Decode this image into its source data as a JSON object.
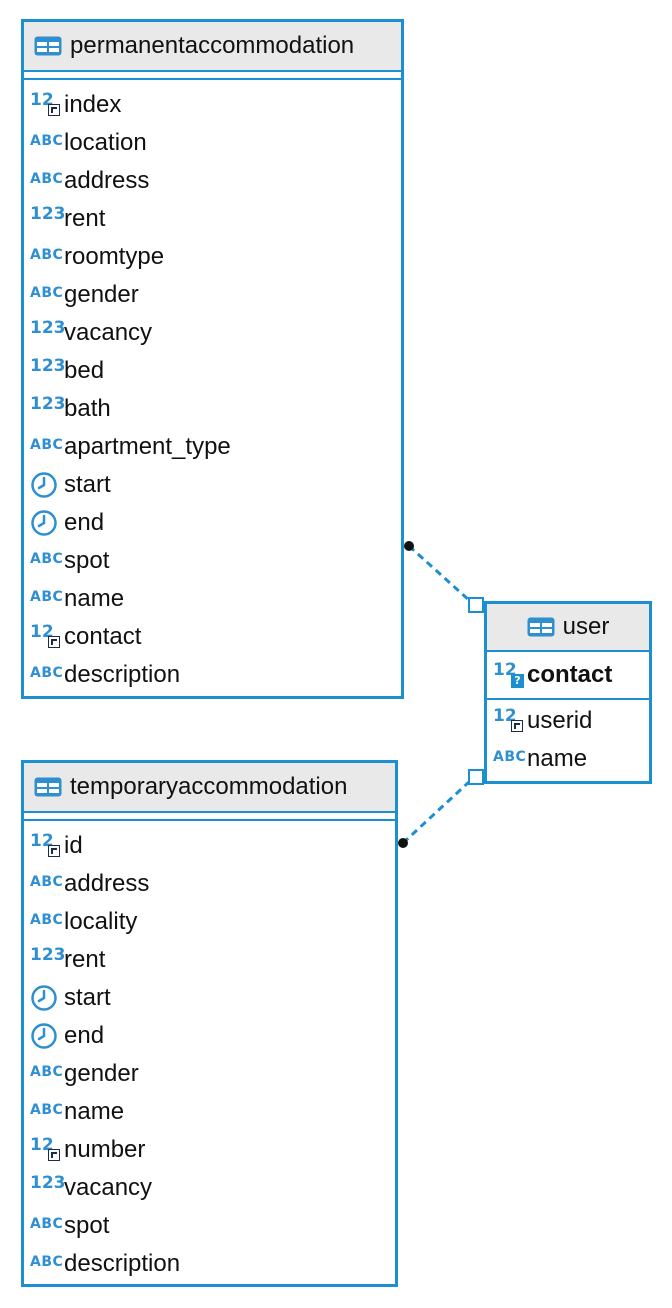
{
  "entities": {
    "permanent": {
      "title": "permanentaccommodation",
      "columns": [
        {
          "name": "index",
          "type": "num-fk"
        },
        {
          "name": "location",
          "type": "text"
        },
        {
          "name": "address",
          "type": "text"
        },
        {
          "name": "rent",
          "type": "num"
        },
        {
          "name": "roomtype",
          "type": "text"
        },
        {
          "name": "gender",
          "type": "text"
        },
        {
          "name": "vacancy",
          "type": "num"
        },
        {
          "name": "bed",
          "type": "num"
        },
        {
          "name": "bath",
          "type": "num"
        },
        {
          "name": "apartment_type",
          "type": "text"
        },
        {
          "name": "start",
          "type": "time"
        },
        {
          "name": "end",
          "type": "time"
        },
        {
          "name": "spot",
          "type": "text"
        },
        {
          "name": "name",
          "type": "text"
        },
        {
          "name": "contact",
          "type": "num-fk"
        },
        {
          "name": "description",
          "type": "text"
        }
      ]
    },
    "user": {
      "title": "user",
      "primary_key": {
        "name": "contact",
        "type": "num-pk"
      },
      "columns": [
        {
          "name": "userid",
          "type": "num-fk"
        },
        {
          "name": "name",
          "type": "text"
        }
      ]
    },
    "temporary": {
      "title": "temporaryaccommodation",
      "columns": [
        {
          "name": "id",
          "type": "num-fk"
        },
        {
          "name": "address",
          "type": "text"
        },
        {
          "name": "locality",
          "type": "text"
        },
        {
          "name": "rent",
          "type": "num"
        },
        {
          "name": "start",
          "type": "time"
        },
        {
          "name": "end",
          "type": "time"
        },
        {
          "name": "gender",
          "type": "text"
        },
        {
          "name": "name",
          "type": "text"
        },
        {
          "name": "number",
          "type": "num-fk"
        },
        {
          "name": "vacancy",
          "type": "num"
        },
        {
          "name": "spot",
          "type": "text"
        },
        {
          "name": "description",
          "type": "text"
        }
      ]
    }
  },
  "type_labels": {
    "text": "ABC",
    "num": "123",
    "num_fk": "12",
    "pk_mark": "?"
  },
  "colors": {
    "border": "#1b8fcf",
    "header_bg": "#e9e9e9",
    "icon": "#2f8fcf",
    "connector": "#1b8fcf"
  },
  "relationships": [
    {
      "from": "permanentaccommodation",
      "to": "user"
    },
    {
      "from": "temporaryaccommodation",
      "to": "user"
    }
  ]
}
